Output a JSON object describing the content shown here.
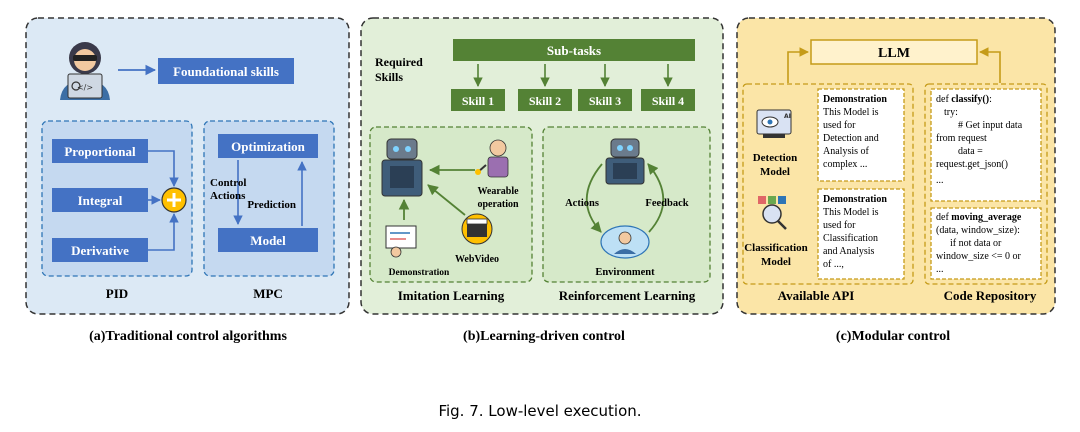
{
  "panel_a": {
    "top_label": "Foundational skills",
    "pid": {
      "items": [
        "Proportional",
        "Integral",
        "Derivative"
      ],
      "label": "PID"
    },
    "mpc": {
      "optimization": "Optimization",
      "model": "Model",
      "control_line1": "Control",
      "control_line2": "Actions",
      "prediction": "Prediction",
      "label": "MPC"
    },
    "caption": "(a)Traditional control algorithms"
  },
  "panel_b": {
    "required_line1": "Required",
    "required_line2": "Skills",
    "subtasks": "Sub-tasks",
    "skills": [
      "Skill 1",
      "Skill 2",
      "Skill 3",
      "Skill 4"
    ],
    "imitation": {
      "demonstration": "Demonstration",
      "wearable_line1": "Wearable",
      "wearable_line2": "operation",
      "webvideo": "WebVideo",
      "label": "Imitation Learning"
    },
    "rl": {
      "actions": "Actions",
      "feedback": "Feedback",
      "environment": "Environment",
      "label": "Reinforcement Learning"
    },
    "caption": "(b)Learning-driven control"
  },
  "panel_c": {
    "llm": "LLM",
    "detection_line1": "Detection",
    "detection_line2": "Model",
    "classification_line1": "Classification",
    "classification_line2": "Model",
    "api_box1": {
      "title": "Demonstration",
      "lines": [
        "This Model is",
        "used for",
        "Detection and",
        "Analysis of",
        "complex ..."
      ]
    },
    "api_box2": {
      "title": "Demonstration",
      "lines": [
        "This Model is",
        "used for",
        "Classification",
        "and Analysis",
        "of ...,"
      ]
    },
    "code1": {
      "prefix": "def ",
      "func": "classify()",
      "suffix": ":",
      "lines": [
        "try:",
        "# Get input data",
        "from request",
        "data =",
        "request.get_json()",
        "..."
      ]
    },
    "code2": {
      "prefix": "def ",
      "func": "moving_average",
      "lines": [
        "(data, window_size):",
        "if not data or",
        "window_size <= 0 or",
        "..."
      ]
    },
    "available_api": "Available API",
    "code_repository": "Code Repository",
    "caption": "(c)Modular control"
  },
  "figure_caption": "Fig. 7.  Low-level execution.",
  "colors": {
    "panel_a_bg": "#dce9f5",
    "panel_b_bg": "#e2efd9",
    "panel_c_bg": "#fbe5a7",
    "blue_box": "#4472c4",
    "green_box": "#548235",
    "llm_bg": "#fff2cc",
    "gold_border": "#c59b18"
  }
}
